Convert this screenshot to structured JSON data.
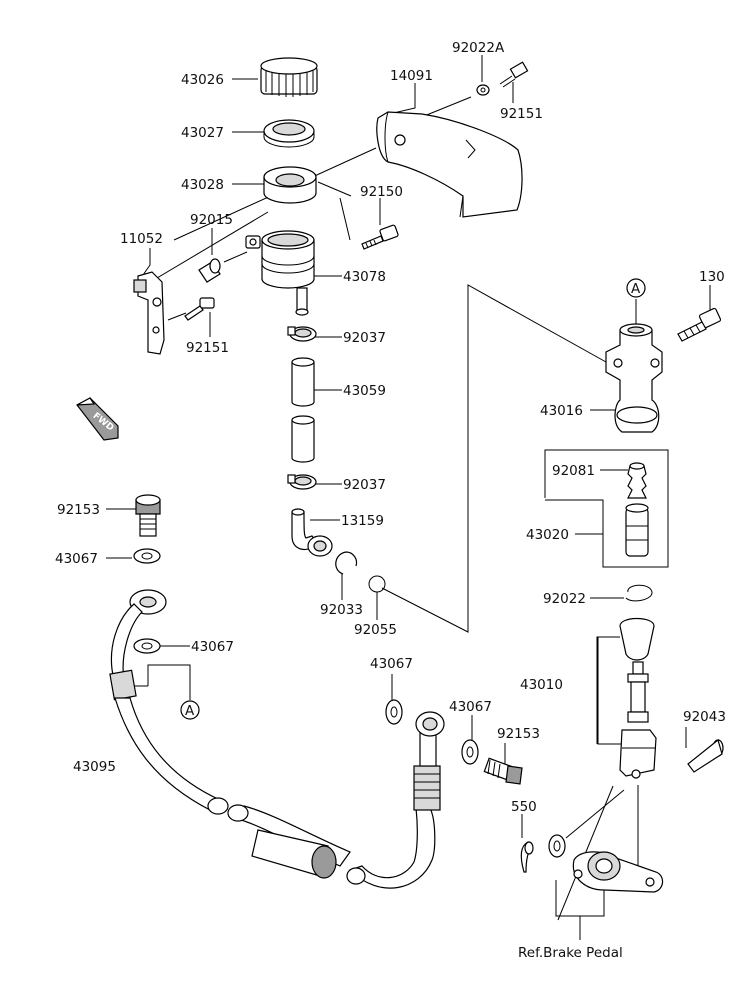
{
  "labels": {
    "p43026": "43026",
    "p43027": "43027",
    "p43028": "43028",
    "p14091": "14091",
    "p92022A": "92022A",
    "p92151_top": "92151",
    "p92150": "92150",
    "p11052": "11052",
    "p92015": "92015",
    "p43078": "43078",
    "p92151_left": "92151",
    "p92037_top": "92037",
    "p43059": "43059",
    "p92037_bottom": "92037",
    "p13159": "13159",
    "p92033": "92033",
    "p92055": "92055",
    "p130": "130",
    "callout_a_top": "A",
    "p43016": "43016",
    "p92081": "92081",
    "p43020": "43020",
    "p92022": "92022",
    "p43010": "43010",
    "p92043": "92043",
    "p92153_left": "92153",
    "p43067_1": "43067",
    "p43067_2": "43067",
    "callout_a_bottom": "A",
    "p43095": "43095",
    "p43067_3": "43067",
    "p43067_4": "43067",
    "p92153_right": "92153",
    "p550": "550",
    "ref_brake_pedal": "Ref.Brake Pedal",
    "fwd": "FWD"
  }
}
